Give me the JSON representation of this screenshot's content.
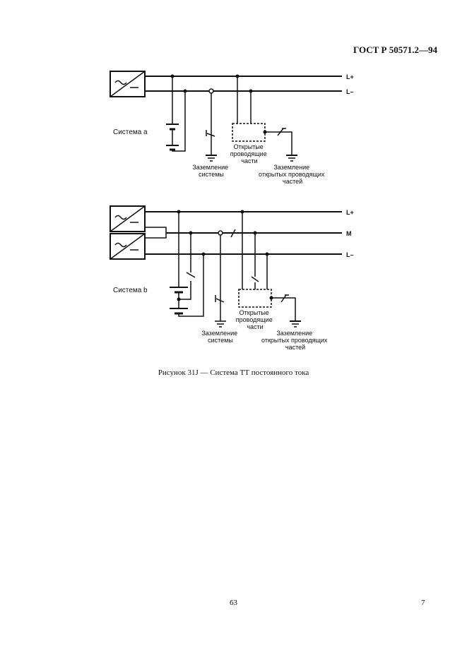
{
  "header": {
    "standard": "ГОСТ Р 50571.2—94"
  },
  "diagram_a": {
    "system_label": "Система a",
    "line_plus": "L+",
    "line_minus": "L–",
    "exposed_parts": [
      "Открытые",
      "проводящие",
      "части"
    ],
    "system_earthing": [
      "Заземление",
      "системы"
    ],
    "parts_earthing": [
      "Заземление",
      "открытых проводящих",
      "частей"
    ]
  },
  "diagram_b": {
    "system_label": "Система b",
    "line_plus": "L+",
    "line_mid": "M",
    "line_minus": "L–",
    "exposed_parts": [
      "Открытые",
      "проводящие",
      "части"
    ],
    "system_earthing": [
      "Заземление",
      "системы"
    ],
    "parts_earthing": [
      "Заземление",
      "открытых проводящих",
      "частей"
    ]
  },
  "caption": "Рисунок 31J — Система ТТ постоянного тока",
  "footer": {
    "page_number": "63",
    "sheet_number": "7"
  }
}
